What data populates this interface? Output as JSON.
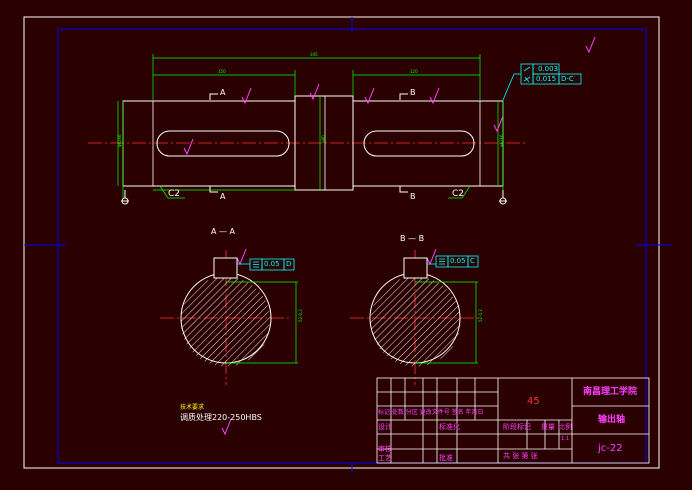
{
  "colors": {
    "background": "#2b0000",
    "border": "#ffffff",
    "frame": "#0000ff",
    "outline": "#ffffff",
    "center": "#ff3030",
    "dimension": "#00ff00",
    "hatch": "#ffffff",
    "tolerance": "#00ffff",
    "title_text": "#ff40ff",
    "roughness": "#ff40ff"
  },
  "main_view": {
    "labels": {
      "section_a_top": "A",
      "section_a_bottom": "A",
      "section_b_top": "B",
      "section_b_bottom": "B",
      "chamfer_left": "C2",
      "chamfer_right": "C2"
    },
    "tolerances": {
      "runout_value": "0.003",
      "parallel_value": "0.015",
      "parallel_datum": "D-C"
    }
  },
  "section_aa": {
    "title": "A — A",
    "tol_value": "0.05",
    "tol_datum": "D"
  },
  "section_bb": {
    "title": "B — B",
    "tol_value": "0.05",
    "tol_datum": "C"
  },
  "notes": {
    "line1": "技术要求",
    "line2": "调质处理220-250HBS"
  },
  "title_block": {
    "material": "45",
    "school": "南昌理工学院",
    "part_name": "输出轴",
    "drawing_no": "jc-22",
    "scale": "1:1",
    "row_labels": {
      "header": "标记 处数 分区 更改文件号 签名 年月日",
      "design": "设计",
      "standardize": "标准化",
      "review": "审核",
      "process": "工艺",
      "approve": "批准",
      "stage": "阶段标记",
      "weight": "重量",
      "ratio": "比例",
      "sheets": "共 张 第 张"
    }
  }
}
